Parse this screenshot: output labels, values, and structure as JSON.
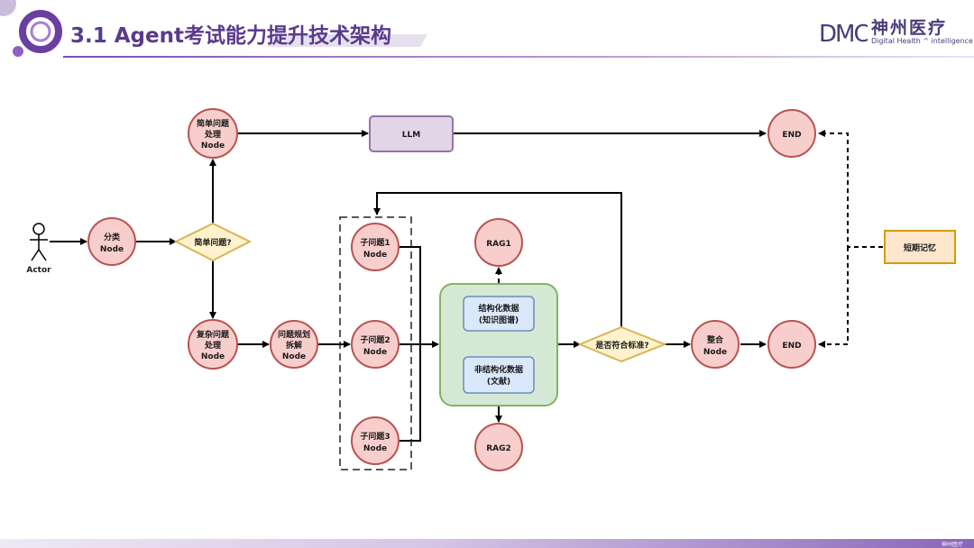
{
  "header": {
    "title": "3.1 Agent考试能力提升技术架构",
    "brand_name": "神州医疗",
    "brand_sub": "Digital Health ^ intelligence",
    "brand_logo_text": "DMC"
  },
  "footer": {
    "brand": "神州医疗"
  },
  "diagram": {
    "actor": "Actor",
    "classify": [
      "分类",
      "Node"
    ],
    "simple_decision": "简单问题?",
    "simple_node": [
      "简单问题",
      "处理",
      "Node"
    ],
    "llm": "LLM",
    "end_top": "END",
    "complex_node": [
      "复杂问题",
      "处理",
      "Node"
    ],
    "plan_node": [
      "问题规划",
      "拆解",
      "Node"
    ],
    "sub1": [
      "子问题1",
      "Node"
    ],
    "sub2": [
      "子问题2",
      "Node"
    ],
    "sub3": [
      "子问题3",
      "Node"
    ],
    "rag1": "RAG1",
    "rag2": "RAG2",
    "structured": [
      "结构化数据",
      "(知识图谱)"
    ],
    "unstructured": [
      "非结构化数据",
      "(文献)"
    ],
    "check_decision": "是否符合标准?",
    "merge_node": [
      "整合",
      "Node"
    ],
    "end_bottom": "END",
    "memory": "短期记忆"
  },
  "colors": {
    "node_fill": "#f8cecc",
    "node_stroke": "#b85450",
    "decision_fill": "#fff2cc",
    "decision_stroke": "#d6b656",
    "llm_fill": "#e1d5e7",
    "llm_stroke": "#9673a6",
    "group_fill": "#d5e8d4",
    "group_stroke": "#82b366",
    "data_fill": "#dae8fc",
    "data_stroke": "#6c8ebf",
    "memory_fill": "#ffe6cc",
    "memory_stroke": "#d79b00",
    "title": "#5a3a8c"
  }
}
